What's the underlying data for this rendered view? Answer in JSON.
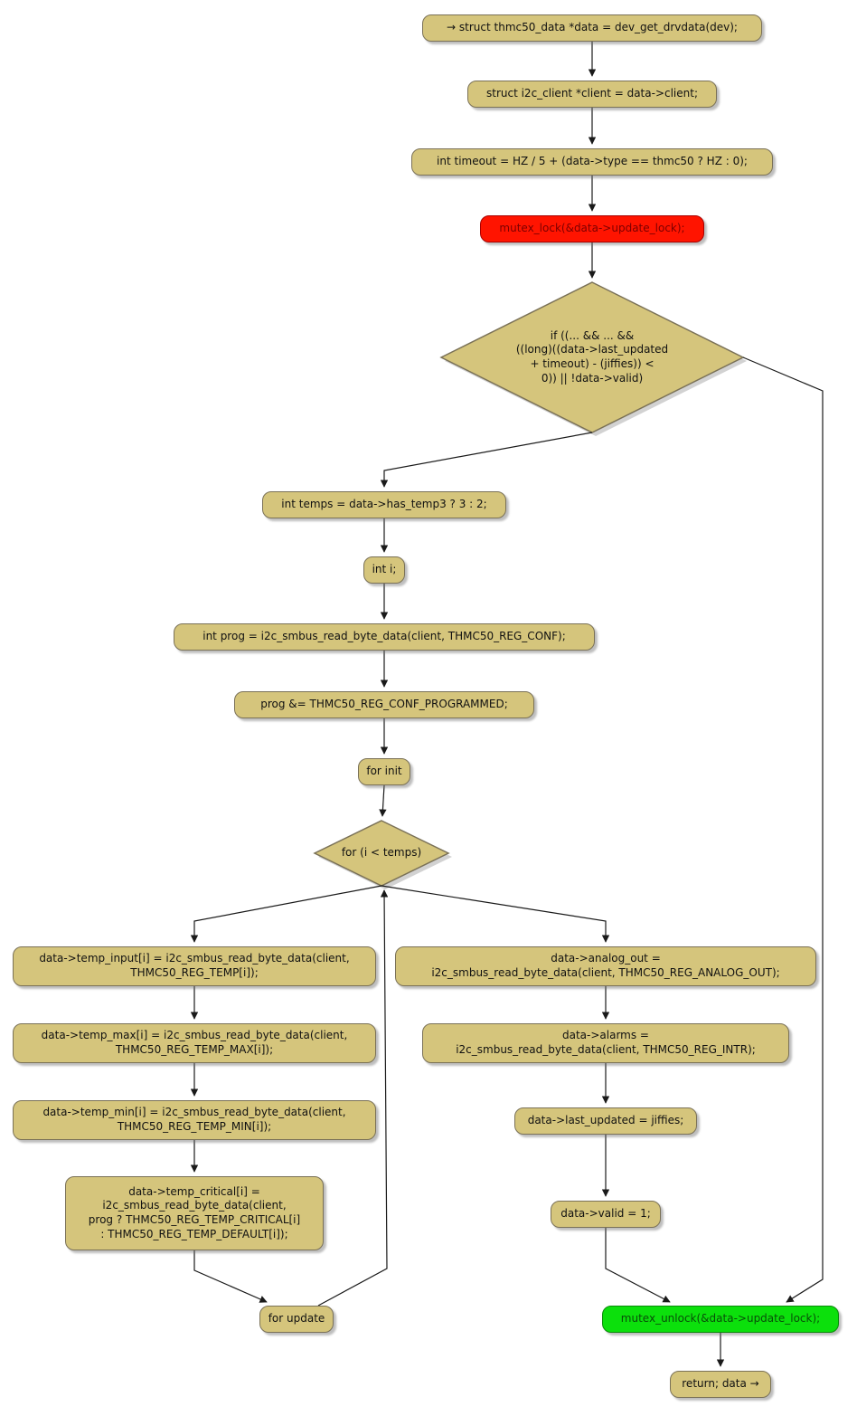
{
  "colors": {
    "activity_fill": "#d5c57c",
    "activity_border": "#7a7157",
    "lock_fill": "#ff1400",
    "lock_text": "#7c0000",
    "unlock_fill": "#0ce00c",
    "unlock_text": "#094d09",
    "edge": "#1a1a1a"
  },
  "nodes": {
    "start": {
      "label": "→ struct thmc50_data *data = dev_get_drvdata(dev);"
    },
    "client": {
      "label": "struct i2c_client *client = data->client;"
    },
    "timeout": {
      "label": "int timeout = HZ / 5 + (data->type == thmc50 ? HZ : 0);"
    },
    "mutex_lock": {
      "label": "mutex_lock(&data->update_lock);"
    },
    "if_cond": {
      "label": "if ((... && ... &&\n((long)((data->last_updated\n+ timeout) - (jiffies)) <\n0)) || !data->valid)"
    },
    "temps": {
      "label": "int temps = data->has_temp3 ? 3 : 2;"
    },
    "int_i": {
      "label": "int i;"
    },
    "prog_read": {
      "label": "int prog = i2c_smbus_read_byte_data(client, THMC50_REG_CONF);"
    },
    "prog_mask": {
      "label": "prog &= THMC50_REG_CONF_PROGRAMMED;"
    },
    "for_init": {
      "label": "for init"
    },
    "for_cond": {
      "label": "for (i < temps)"
    },
    "temp_input": {
      "label": "data->temp_input[i] = i2c_smbus_read_byte_data(client,\nTHMC50_REG_TEMP[i]);"
    },
    "temp_max": {
      "label": "data->temp_max[i] = i2c_smbus_read_byte_data(client,\nTHMC50_REG_TEMP_MAX[i]);"
    },
    "temp_min": {
      "label": "data->temp_min[i] = i2c_smbus_read_byte_data(client,\nTHMC50_REG_TEMP_MIN[i]);"
    },
    "temp_critical": {
      "label": "data->temp_critical[i] =\ni2c_smbus_read_byte_data(client,\nprog ? THMC50_REG_TEMP_CRITICAL[i]\n: THMC50_REG_TEMP_DEFAULT[i]);"
    },
    "for_update": {
      "label": "for update"
    },
    "analog_out": {
      "label": "data->analog_out =\ni2c_smbus_read_byte_data(client, THMC50_REG_ANALOG_OUT);"
    },
    "alarms": {
      "label": "data->alarms =\ni2c_smbus_read_byte_data(client, THMC50_REG_INTR);"
    },
    "last_updated": {
      "label": "data->last_updated = jiffies;"
    },
    "valid": {
      "label": "data->valid = 1;"
    },
    "mutex_unlock": {
      "label": "mutex_unlock(&data->update_lock);"
    },
    "return": {
      "label": "return; data →"
    }
  }
}
